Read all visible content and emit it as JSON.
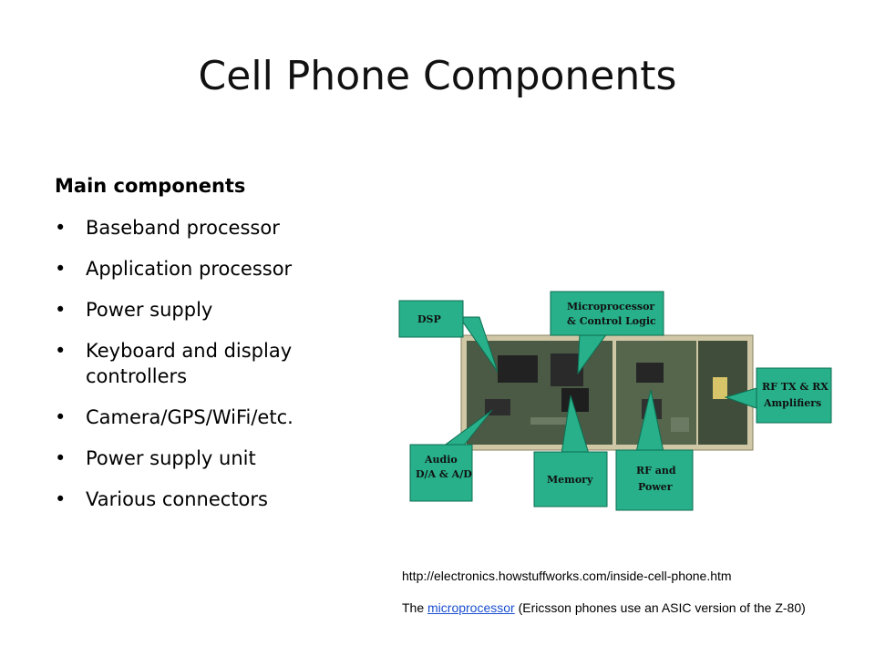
{
  "slide": {
    "title": "Cell Phone Components",
    "subhead": "Main components",
    "bullets": [
      "Baseband processor",
      "Application processor",
      "Power supply",
      "Keyboard and display controllers",
      "Camera/GPS/WiFi/etc.",
      "Power supply unit",
      "Various connectors"
    ]
  },
  "figure": {
    "labels": {
      "dsp": "DSP",
      "micro_line1": "Microprocessor",
      "micro_line2": "& Control Logic",
      "rf_line1": "RF TX & RX",
      "rf_line2": "Amplifiers",
      "audio_line1": "Audio",
      "audio_line2": "D/A & A/D",
      "memory": "Memory",
      "rfpower_line1": "RF and",
      "rfpower_line2": "Power"
    },
    "colors": {
      "callout": "#27b08a",
      "board": "#4a5a44"
    }
  },
  "source": {
    "url": "http://electronics.howstuffworks.com/inside-cell-phone.htm",
    "caption_prefix": "The ",
    "caption_link": "microprocessor",
    "caption_rest": " (Ericsson phones use an ASIC version of the Z-80)"
  }
}
